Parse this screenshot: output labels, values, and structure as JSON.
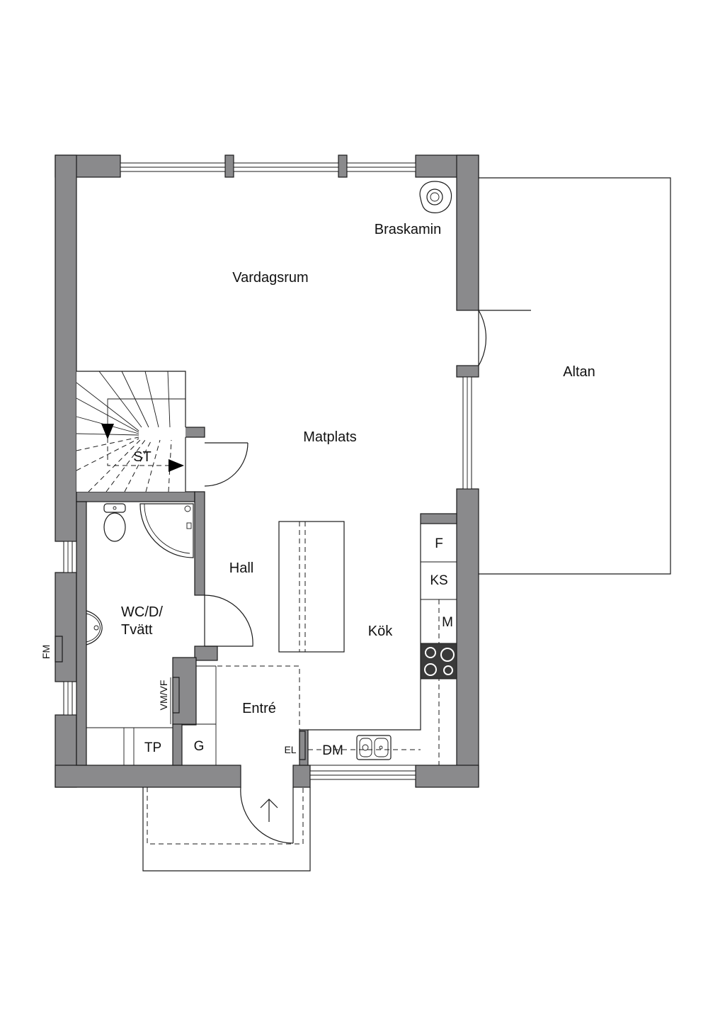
{
  "rooms": {
    "vardagsrum": "Vardagsrum",
    "braskamin": "Braskamin",
    "matplats": "Matplats",
    "altan": "Altan",
    "st": "ST",
    "hall": "Hall",
    "wc_line1": "WC/D/",
    "wc_line2": "Tvätt",
    "kok": "Kök",
    "entre": "Entré"
  },
  "fixtures": {
    "f": "F",
    "ks": "KS",
    "m": "M",
    "dm": "DM",
    "el": "EL",
    "tp": "TP",
    "g": "G",
    "vmvf": "VM/VF",
    "fm": "FM"
  },
  "colors": {
    "wall": "#8a8a8c",
    "line": "#1a1a1a",
    "background": "#ffffff"
  }
}
